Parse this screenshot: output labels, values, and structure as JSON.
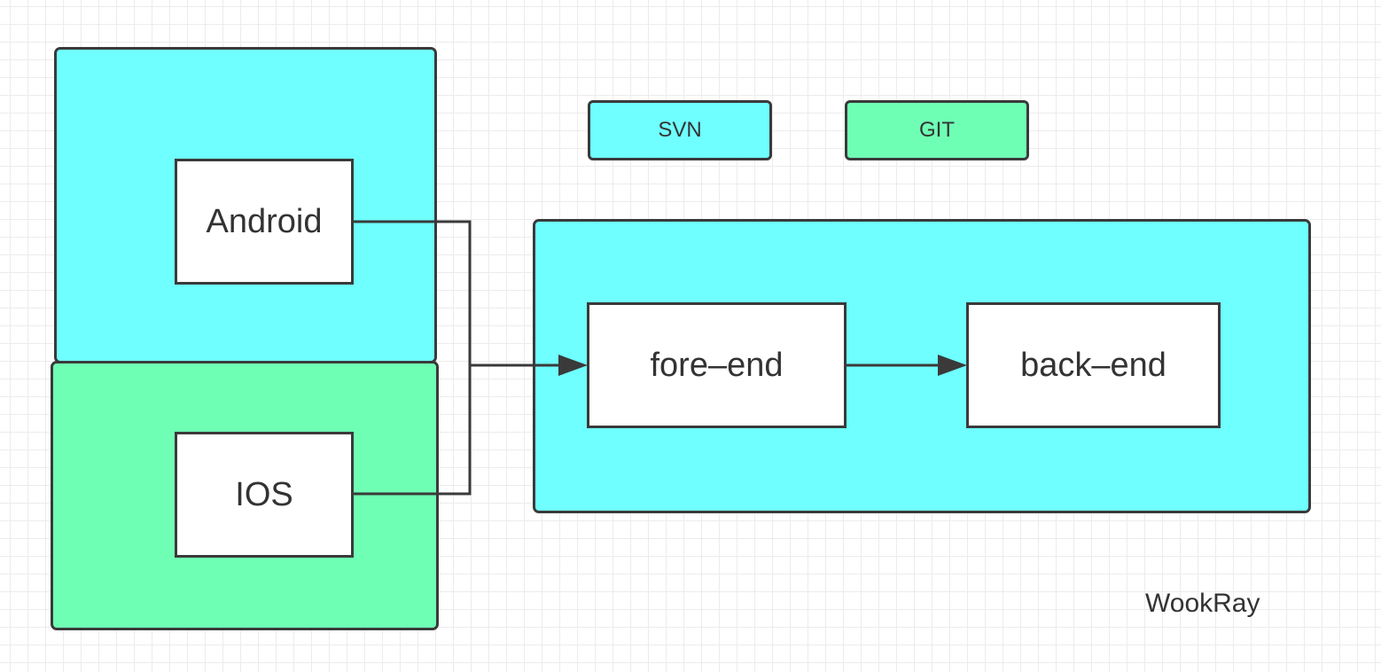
{
  "colors": {
    "svn": "#6fffff",
    "git": "#6fffb4",
    "node_fill": "#ffffff",
    "stroke": "#3a3a3a"
  },
  "legend": {
    "svn_label": "SVN",
    "git_label": "GIT"
  },
  "nodes": {
    "android": "Android",
    "ios": "IOS",
    "fore_end": "fore–end",
    "back_end": "back–end"
  },
  "watermark": "WookRay"
}
